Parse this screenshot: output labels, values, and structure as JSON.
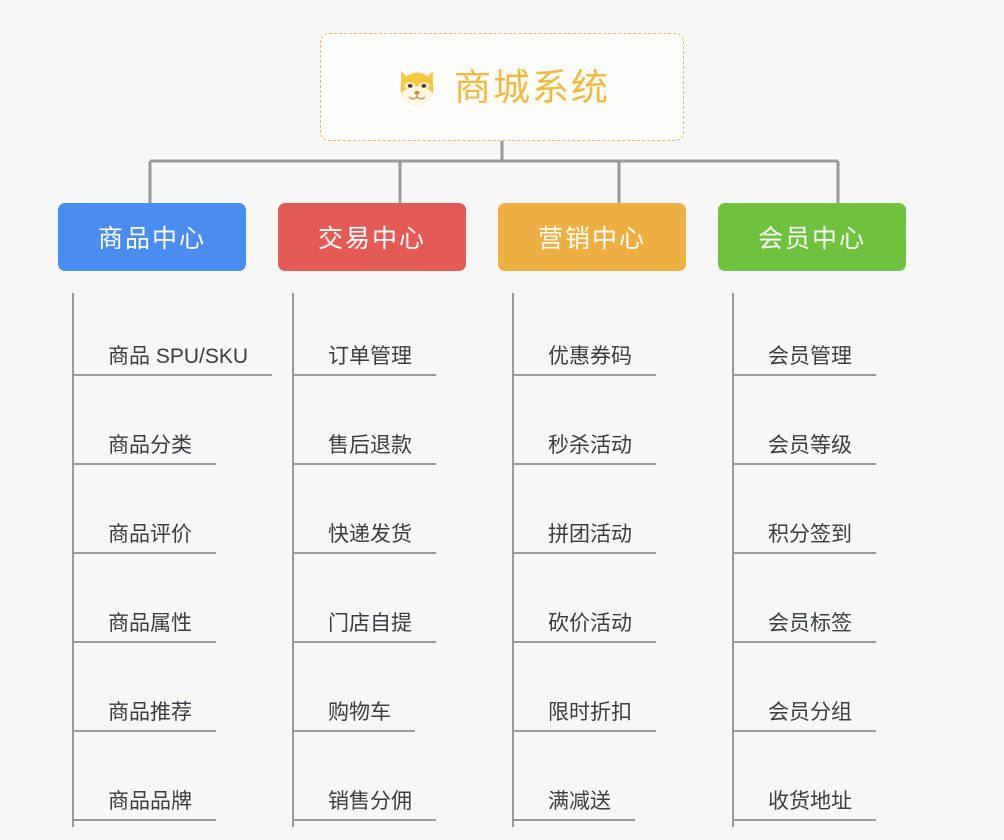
{
  "root": {
    "title": "商城系统",
    "icon": "shiba-dog-face-icon",
    "border_color": "#e8b864",
    "text_color": "#f0b93f",
    "background": "#fdfdfc"
  },
  "canvas": {
    "background": "#f7f7f7",
    "connector_color": "#9a9a9a"
  },
  "columns": [
    {
      "title": "商品中心",
      "color": "#4a8cf0",
      "items": [
        "商品 SPU/SKU",
        "商品分类",
        "商品评价",
        "商品属性",
        "商品推荐",
        "商品品牌"
      ]
    },
    {
      "title": "交易中心",
      "color": "#e45b55",
      "items": [
        "订单管理",
        "售后退款",
        "快递发货",
        "门店自提",
        "购物车",
        "销售分佣"
      ]
    },
    {
      "title": "营销中心",
      "color": "#edaf41",
      "items": [
        "优惠券码",
        "秒杀活动",
        "拼团活动",
        "砍价活动",
        "限时折扣",
        "满减送"
      ]
    },
    {
      "title": "会员中心",
      "color": "#6fc23e",
      "items": [
        "会员管理",
        "会员等级",
        "积分签到",
        "会员标签",
        "会员分组",
        "收货地址"
      ]
    }
  ]
}
